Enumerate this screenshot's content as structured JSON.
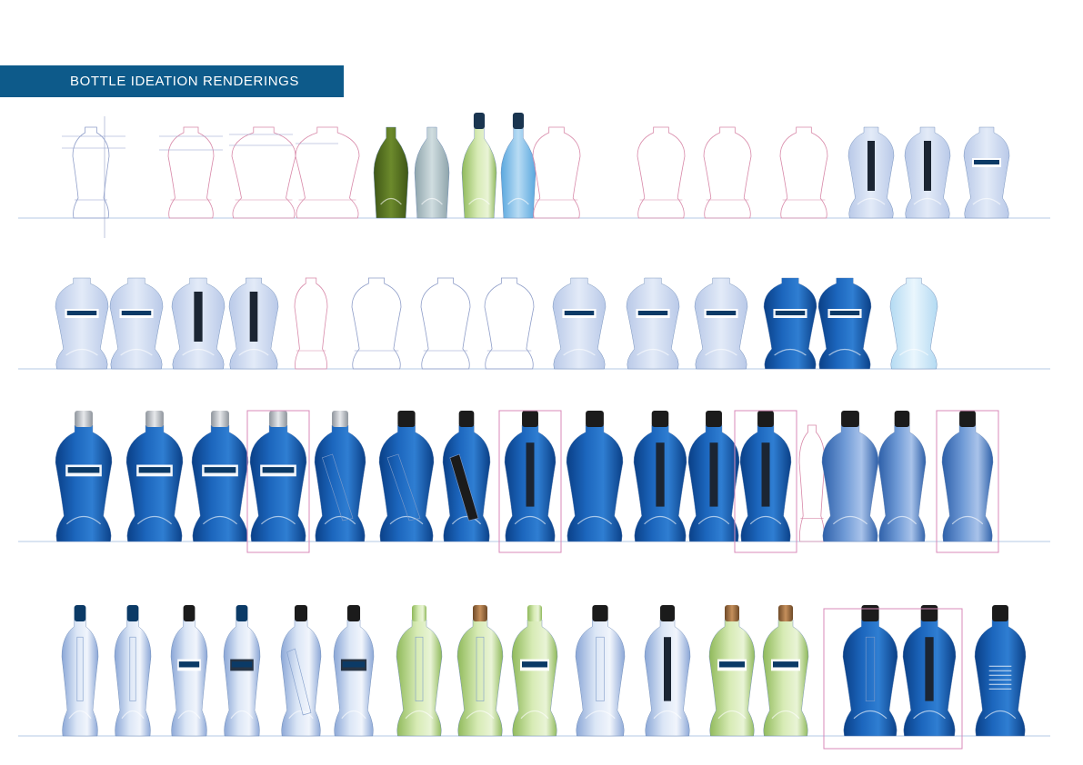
{
  "header": {
    "title": "BOTTLE IDEATION RENDERINGS"
  },
  "colors": {
    "title_bar": "#0d5a8a",
    "title_text": "#ffffff",
    "baseline": "#9bb6dd",
    "highlight_frame": "#d889b8",
    "sketch_line_blue": "#8f9ec9",
    "sketch_line_pink": "#d889a9",
    "bottle_dark_blue": "#0f4f9b",
    "bottle_light_blue": "#c8d7ef",
    "bottle_green": "#a8c96c",
    "bottle_olive": "#4f6a1d",
    "bottle_grey": "#a9bcc2",
    "cap_black": "#1b1b1b",
    "cap_silver": "#b8bdc4",
    "label_navy": "#0b3a66"
  },
  "rows": [
    {
      "name": "row-1",
      "bottles": [
        {
          "style": "sketch",
          "color": "blue"
        },
        {
          "style": "sketch",
          "color": "pink"
        },
        {
          "style": "sketch",
          "color": "pink"
        },
        {
          "style": "sketch",
          "color": "pink"
        },
        {
          "style": "filled",
          "body": "olive",
          "shape": "flask"
        },
        {
          "style": "filled",
          "body": "grey",
          "shape": "flask"
        },
        {
          "style": "filled",
          "body": "green",
          "cap": "dark",
          "shape": "tapered"
        },
        {
          "style": "filled",
          "body": "lightblue",
          "cap": "dark",
          "shape": "tapered"
        },
        {
          "style": "sketch",
          "color": "pink",
          "shape": "torso"
        },
        {
          "style": "sketch",
          "color": "pink",
          "shape": "torso"
        },
        {
          "style": "sketch",
          "color": "pink",
          "shape": "torso"
        },
        {
          "style": "sketch",
          "color": "pink",
          "shape": "torso"
        },
        {
          "style": "filled",
          "body": "pale",
          "shape": "torso",
          "label": "vertical"
        },
        {
          "style": "filled",
          "body": "pale",
          "shape": "torso",
          "label": "vertical"
        },
        {
          "style": "filled",
          "body": "pale",
          "shape": "torso",
          "label": "band"
        }
      ]
    },
    {
      "name": "row-2",
      "bottles": [
        {
          "style": "filled",
          "body": "pale",
          "shape": "torso",
          "label": "band"
        },
        {
          "style": "filled",
          "body": "pale",
          "shape": "torso",
          "label": "band"
        },
        {
          "style": "filled",
          "body": "pale",
          "shape": "torso",
          "label": "strap"
        },
        {
          "style": "filled",
          "body": "pale",
          "shape": "torso",
          "label": "vertical"
        },
        {
          "style": "sketch",
          "color": "pink",
          "shape": "tall"
        },
        {
          "style": "sketch",
          "color": "blue",
          "shape": "torso"
        },
        {
          "style": "sketch",
          "color": "blue",
          "shape": "torso"
        },
        {
          "style": "sketch",
          "color": "blue",
          "shape": "torso"
        },
        {
          "style": "filled",
          "body": "pale",
          "shape": "torso",
          "label": "band"
        },
        {
          "style": "filled",
          "body": "pale",
          "shape": "torso",
          "label": "band"
        },
        {
          "style": "filled",
          "body": "pale",
          "shape": "torso",
          "label": "band"
        },
        {
          "style": "filled",
          "body": "dark",
          "shape": "torso",
          "label": "band"
        },
        {
          "style": "filled",
          "body": "dark",
          "shape": "torso",
          "label": "band"
        },
        {
          "style": "filled",
          "body": "ice",
          "shape": "torso"
        }
      ]
    },
    {
      "name": "row-3",
      "bottles": [
        {
          "style": "filled",
          "body": "dark",
          "cap": "silver",
          "label": "band"
        },
        {
          "style": "filled",
          "body": "dark",
          "cap": "silver",
          "label": "band"
        },
        {
          "style": "filled",
          "body": "dark",
          "cap": "silver",
          "label": "band"
        },
        {
          "style": "filled",
          "body": "dark",
          "cap": "silver",
          "label": "band",
          "highlight": true
        },
        {
          "style": "filled",
          "body": "dark",
          "cap": "silver",
          "label": "diagonal"
        },
        {
          "style": "filled",
          "body": "dark",
          "cap": "black",
          "label": "diagonal"
        },
        {
          "style": "filled",
          "body": "dark",
          "cap": "black",
          "label": "sash"
        },
        {
          "style": "filled",
          "body": "dark",
          "cap": "black",
          "label": "vertical",
          "highlight": true
        },
        {
          "style": "filled",
          "body": "dark",
          "cap": "black",
          "label": "none"
        },
        {
          "style": "filled",
          "body": "dark",
          "cap": "black",
          "label": "vertical"
        },
        {
          "style": "filled",
          "body": "dark",
          "cap": "black",
          "label": "vertical"
        },
        {
          "style": "filled",
          "body": "dark",
          "cap": "black",
          "label": "vertical",
          "highlight": true
        },
        {
          "style": "sketch",
          "color": "pink",
          "shape": "small"
        },
        {
          "style": "filled",
          "body": "midblue",
          "cap": "black",
          "label": "none"
        },
        {
          "style": "filled",
          "body": "midblue",
          "cap": "black",
          "label": "none"
        },
        {
          "style": "filled",
          "body": "midblue",
          "cap": "black",
          "label": "none",
          "highlight": true
        }
      ]
    },
    {
      "name": "row-4",
      "bottles": [
        {
          "style": "filled",
          "body": "light",
          "cap": "navy",
          "label": "vertical-text"
        },
        {
          "style": "filled",
          "body": "light",
          "cap": "navy",
          "label": "vertical-text"
        },
        {
          "style": "filled",
          "body": "light",
          "cap": "black",
          "label": "band"
        },
        {
          "style": "filled",
          "body": "light",
          "cap": "navy",
          "label": "dark-band"
        },
        {
          "style": "filled",
          "body": "light",
          "cap": "black",
          "label": "diagonal"
        },
        {
          "style": "filled",
          "body": "light",
          "cap": "black",
          "label": "dark-band"
        },
        {
          "style": "filled",
          "body": "green",
          "cap": "green",
          "label": "vertical-text"
        },
        {
          "style": "filled",
          "body": "green",
          "cap": "bronze",
          "label": "vertical-text"
        },
        {
          "style": "filled",
          "body": "green",
          "cap": "green",
          "label": "band"
        },
        {
          "style": "filled",
          "body": "light",
          "cap": "black",
          "label": "vertical-text"
        },
        {
          "style": "filled",
          "body": "light",
          "cap": "black",
          "label": "vertical"
        },
        {
          "style": "filled",
          "body": "green",
          "cap": "bronze",
          "label": "band"
        },
        {
          "style": "filled",
          "body": "green",
          "cap": "bronze",
          "label": "band"
        },
        {
          "style": "filled",
          "body": "dark",
          "cap": "black",
          "label": "vertical-text",
          "highlight": "group"
        },
        {
          "style": "filled",
          "body": "dark",
          "cap": "black",
          "label": "vertical",
          "highlight": "group"
        },
        {
          "style": "filled",
          "body": "dark",
          "cap": "black",
          "label": "text"
        }
      ]
    }
  ]
}
